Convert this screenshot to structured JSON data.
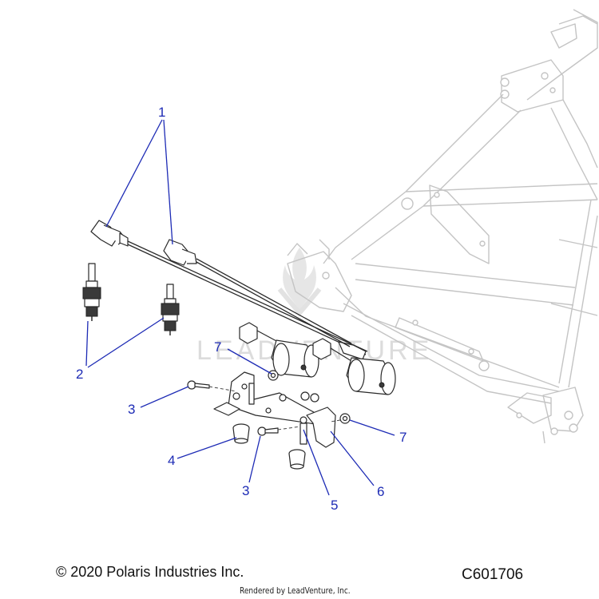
{
  "diagram": {
    "watermark": "LEADVENTURE",
    "callouts": [
      {
        "id": "callout-1",
        "text": "1"
      },
      {
        "id": "callout-2",
        "text": "2"
      },
      {
        "id": "callout-3a",
        "text": "3"
      },
      {
        "id": "callout-3b",
        "text": "3"
      },
      {
        "id": "callout-4",
        "text": "4"
      },
      {
        "id": "callout-5",
        "text": "5"
      },
      {
        "id": "callout-6",
        "text": "6"
      },
      {
        "id": "callout-7a",
        "text": "7"
      },
      {
        "id": "callout-7b",
        "text": "7"
      }
    ],
    "colors": {
      "callout": "#1d2bb5",
      "frame": "#c4c4c4",
      "part": "#2a2a2a"
    }
  },
  "footer": {
    "copyright": "© 2020 Polaris Industries Inc.",
    "drawing_code": "C601706",
    "rendered_by": "Rendered by LeadVenture, Inc."
  }
}
